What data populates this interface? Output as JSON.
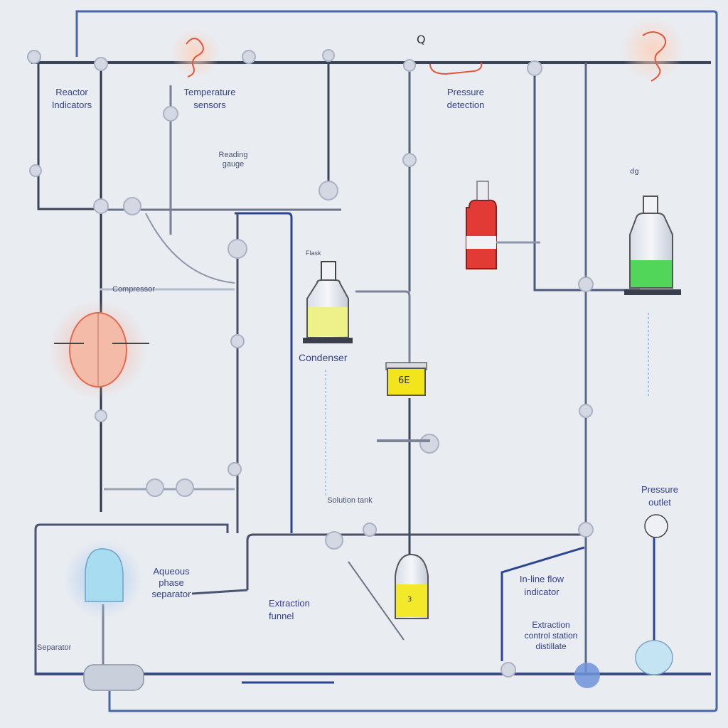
{
  "diagram": {
    "colors": {
      "background": "#e9ecf1",
      "frame": "#4866a8",
      "pipe_dark": "#3a4358",
      "pipe_blue": "#2c4590",
      "pipe_light": "#b4bccd",
      "label": "#33428a",
      "red_liquid": "#e23b35",
      "yellow_liquid": "#f0e01a",
      "green_liquid": "#3fd24a",
      "blue_liquid": "#9fd4ef",
      "glow_red": "#f2826a"
    },
    "labels": {
      "top_left": "Reactor\nIndicators",
      "top_mid_left": "Temperature\nsensors",
      "gauge": "Reading\ngauge",
      "top_mid_right": "Pressure\ndetection",
      "condenser_tag": "Condenser",
      "left_mid_tag": "Compressor",
      "flask_small_tag": "Flask",
      "bottom_center_tag": "Solution tank",
      "right_mid": "Pressure\noutlet",
      "bottom_left": "Aqueous\nphase\nseparator",
      "bottom_left_tag": "Separator",
      "bottom_center": "Extraction\nfunnel",
      "bottom_right_top": "In-line flow\nindicator",
      "bottom_right_bottom": "Extraction\ncontrol station\ndistillate"
    },
    "vessel_marks": {
      "yellow_beaker": "6E",
      "bottom_flask": "3",
      "right_flask_tag": "dg",
      "top_marker": "Q"
    }
  }
}
